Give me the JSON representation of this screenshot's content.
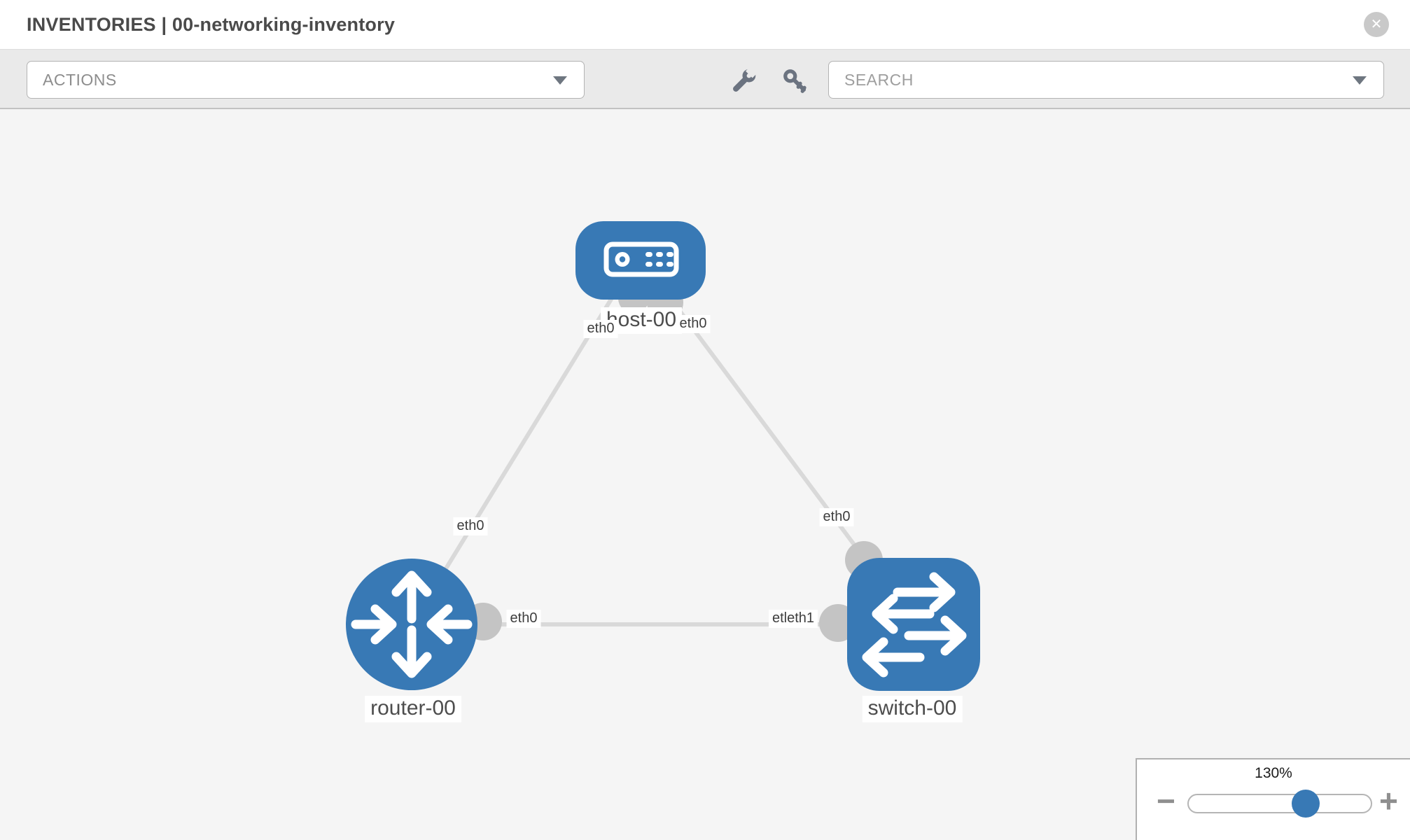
{
  "header": {
    "title": "INVENTORIES | 00-networking-inventory",
    "close_glyph": "✕"
  },
  "toolbar": {
    "actions_label": "ACTIONS",
    "search_placeholder": "SEARCH",
    "icons": [
      "wrench-icon",
      "key-icon"
    ]
  },
  "topology": {
    "nodes": [
      {
        "id": "host-00",
        "label": "host-00",
        "type": "host"
      },
      {
        "id": "router-00",
        "label": "router-00",
        "type": "router"
      },
      {
        "id": "switch-00",
        "label": "switch-00",
        "type": "switch"
      }
    ],
    "links": [
      {
        "from": "host-00",
        "to": "router-00"
      },
      {
        "from": "host-00",
        "to": "switch-00"
      },
      {
        "from": "router-00",
        "to": "switch-00"
      }
    ],
    "interfaces": [
      {
        "id": "host-side-router-link",
        "label": "eth0"
      },
      {
        "id": "host-side-switch-link",
        "label": "eth0"
      },
      {
        "id": "router-side-host-link",
        "label": "eth0"
      },
      {
        "id": "switch-side-host-link",
        "label": "eth0"
      },
      {
        "id": "router-side-switch-link",
        "label": "eth0"
      },
      {
        "id": "switch-side-router-link-overlapped",
        "label": "etleth1"
      }
    ],
    "colors": {
      "node_blue": "#3879b5",
      "link_gray": "#d9d9d9",
      "interface_gray": "#c4c4c4",
      "canvas_bg": "#f5f5f5"
    }
  },
  "zoom_control": {
    "level": "130%",
    "value_percent": 130,
    "minus_glyph": "−",
    "plus_glyph": "+"
  }
}
